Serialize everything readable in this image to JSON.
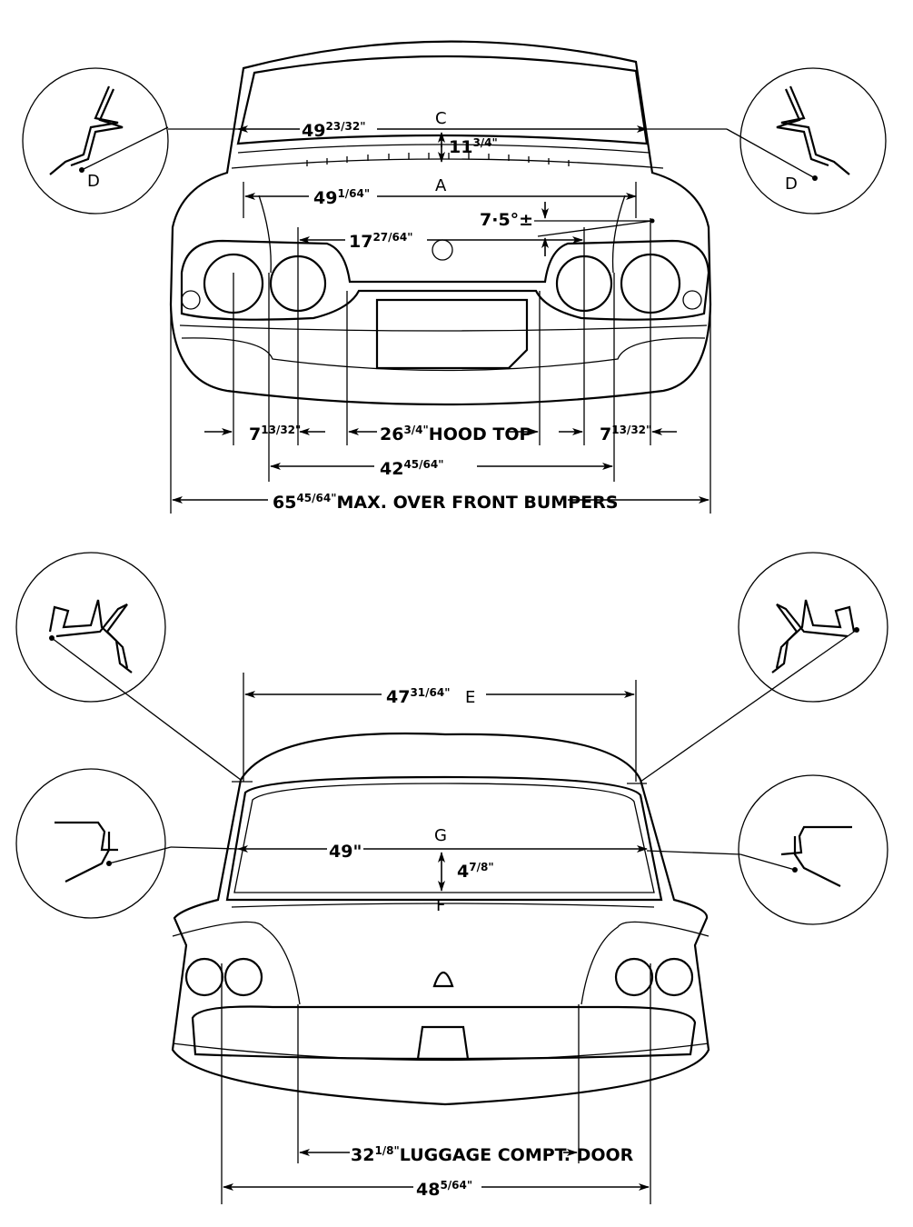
{
  "front_view": {
    "points": {
      "c": "C",
      "a": "A",
      "d_left": "D",
      "d_right": "D"
    },
    "dims": {
      "windshield_width": {
        "whole": "49",
        "frac": "23/32\""
      },
      "windshield_height": {
        "whole": "11",
        "frac": "3/4\""
      },
      "cowl_width": {
        "whole": "49",
        "frac": "1/64\""
      },
      "angle": "7·5°±",
      "headlamp_spacing": {
        "whole": "17",
        "frac": "27/64\""
      },
      "lamp_left": {
        "whole": "7",
        "frac": "13/32\""
      },
      "hood_top": {
        "whole": "26",
        "frac": "3/4\"",
        "text": "HOOD TOP"
      },
      "lamp_right": {
        "whole": "7",
        "frac": "13/32\""
      },
      "inner_width": {
        "whole": "42",
        "frac": "45/64\""
      },
      "bumper_width": {
        "whole": "65",
        "frac": "45/64\"",
        "text": "MAX. OVER FRONT BUMPERS"
      }
    }
  },
  "rear_view": {
    "points": {
      "e": "E",
      "g": "G",
      "f": "F"
    },
    "dims": {
      "roof_width": {
        "whole": "47",
        "frac": "31/64\""
      },
      "backlight_width": {
        "whole": "49\""
      },
      "backlight_height": {
        "whole": "4",
        "frac": "7/8\""
      },
      "luggage_door": {
        "whole": "32",
        "frac": "1/8\"",
        "text": "LUGGAGE COMPT. DOOR"
      },
      "rear_width": {
        "whole": "48",
        "frac": "5/64\""
      }
    }
  }
}
